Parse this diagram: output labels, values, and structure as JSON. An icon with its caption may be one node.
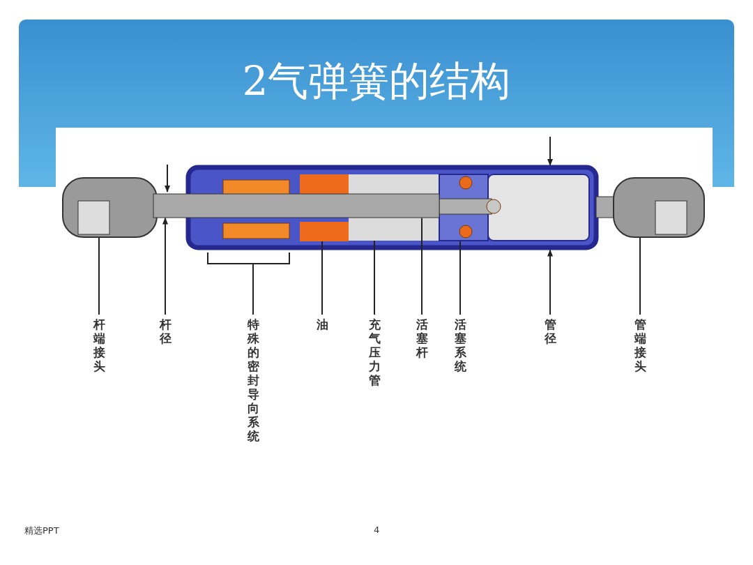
{
  "diagram": {
    "title": "2气弹簧的结构",
    "nodes": [
      {
        "text": [
          "杆端接头"
        ]
      },
      {
        "text": [
          "杆径"
        ]
      },
      {
        "text": [
          "特殊的密封导向系统"
        ]
      },
      {
        "text": [
          "油"
        ]
      },
      {
        "text": [
          "充气压力管"
        ]
      },
      {
        "text": [
          "活塞杆"
        ]
      },
      {
        "text": [
          "活塞系统"
        ]
      },
      {
        "text": [
          "管径"
        ]
      },
      {
        "text": [
          "管端接头"
        ]
      },
      {
        "text": [],
        "shape": "bracket"
      },
      {
        "text": [],
        "shape": "box"
      },
      {
        "text": [],
        "shape": "cylinder"
      },
      {
        "text": [],
        "shape": "box",
        "in": 11
      },
      {
        "text": [],
        "shape": "box",
        "in": 11
      },
      {
        "text": [],
        "shape": "box",
        "in": 11
      },
      {
        "text": [],
        "shape": "bar"
      },
      {
        "text": [],
        "shape": "box"
      }
    ],
    "edges": [
      {
        "from": 0,
        "to": 10,
        "arrow": "none"
      },
      {
        "from": 1,
        "to": 15,
        "arrow": "to"
      },
      {
        "from": 2,
        "to": 9,
        "arrow": "none"
      },
      {
        "from": 3,
        "to": 12,
        "arrow": "none"
      },
      {
        "from": 4,
        "to": 13,
        "arrow": "none"
      },
      {
        "from": 5,
        "to": 15,
        "arrow": "none"
      },
      {
        "from": 6,
        "to": 14,
        "arrow": "none"
      },
      {
        "from": 7,
        "to": 11,
        "arrow": "to"
      },
      {
        "from": 8,
        "to": 16,
        "arrow": "none"
      }
    ],
    "labels": [
      "精选PPT",
      "4"
    ]
  }
}
